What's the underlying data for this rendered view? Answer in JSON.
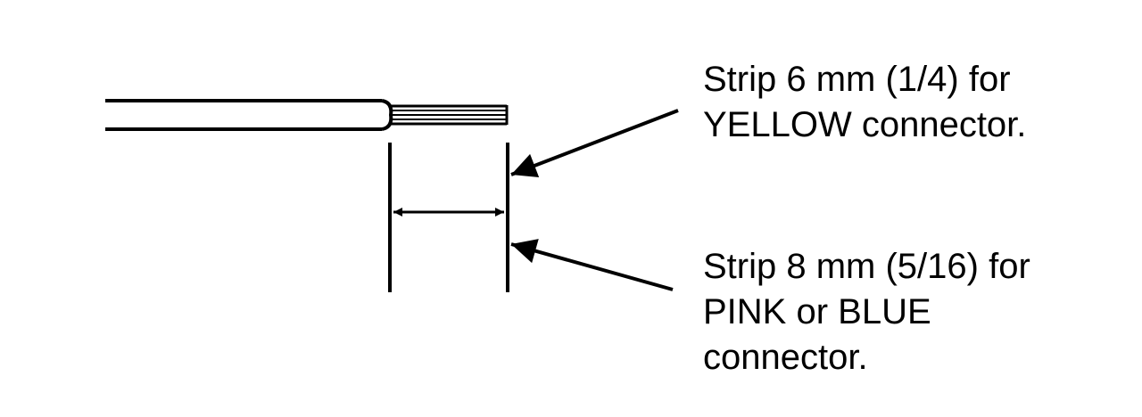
{
  "colors": {
    "ink": "#000000",
    "background": "#ffffff"
  },
  "callouts": {
    "yellow": {
      "line1": "Strip 6 mm (1/4) for",
      "line2": "YELLOW connector."
    },
    "pink_blue": {
      "line1": "Strip 8 mm (5/16) for",
      "line2": "PINK or BLUE",
      "line3": "connector."
    }
  }
}
